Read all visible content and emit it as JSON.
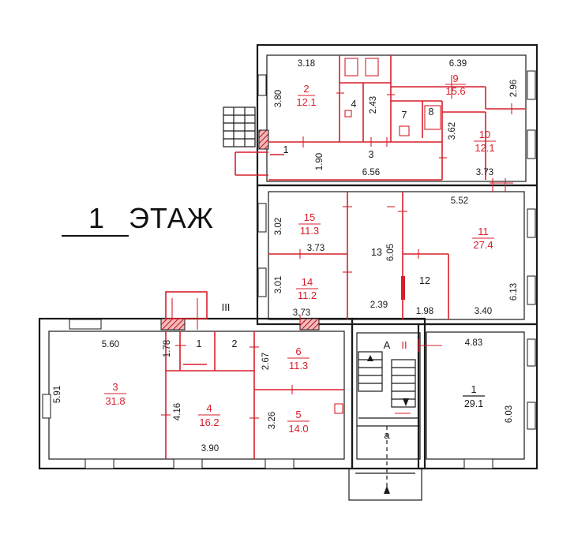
{
  "title": {
    "number": "1",
    "word": "ЭТАЖ"
  },
  "markers": {
    "A": "А",
    "a": "а",
    "II": "II",
    "III": "III"
  },
  "rooms": [
    {
      "id": "n2-upper",
      "num": "2",
      "area": "12.1"
    },
    {
      "id": "n4-upper",
      "num": "4",
      "area": ""
    },
    {
      "id": "n7-upper",
      "num": "7",
      "area": ""
    },
    {
      "id": "n8-upper",
      "num": "8",
      "area": ""
    },
    {
      "id": "n9-upper",
      "num": "9",
      "area": "15.6"
    },
    {
      "id": "n10-upper",
      "num": "10",
      "area": "12.1"
    },
    {
      "id": "n1-upper",
      "num": "1",
      "area": ""
    },
    {
      "id": "n3-upper",
      "num": "3",
      "area": ""
    },
    {
      "id": "n15",
      "num": "15",
      "area": "11.3"
    },
    {
      "id": "n13",
      "num": "13",
      "area": ""
    },
    {
      "id": "n11",
      "num": "11",
      "area": "27.4"
    },
    {
      "id": "n14",
      "num": "14",
      "area": "11.2"
    },
    {
      "id": "n12",
      "num": "12",
      "area": ""
    },
    {
      "id": "n3-lower",
      "num": "3",
      "area": "31.8"
    },
    {
      "id": "n1-lower",
      "num": "1",
      "area": ""
    },
    {
      "id": "n2-lower",
      "num": "2",
      "area": ""
    },
    {
      "id": "n6-lower",
      "num": "6",
      "area": "11.3"
    },
    {
      "id": "n4-lower",
      "num": "4",
      "area": "16.2"
    },
    {
      "id": "n5-lower",
      "num": "5",
      "area": "14.0"
    },
    {
      "id": "n1-right",
      "num": "1",
      "area": "29.1"
    }
  ],
  "dimensions": {
    "d318": "3.18",
    "d380": "3.80",
    "d243": "2.43",
    "d639": "6.39",
    "d296": "2.96",
    "d362": "3.62",
    "d190": "1.90",
    "d656": "6.56",
    "d373a": "3.73",
    "d302": "3.02",
    "d373b": "3.73",
    "d605": "6.05",
    "d552": "5.52",
    "d613": "6.13",
    "d301": "3.01",
    "d373c": "3.73",
    "d239": "2.39",
    "d198": "1.98",
    "d340": "3.40",
    "d560": "5.60",
    "d178": "1.78",
    "d267": "2.67",
    "d591": "5.91",
    "d416": "4.16",
    "d326": "3.26",
    "d390": "3.90",
    "d483": "4.83",
    "d603": "6.03"
  },
  "colors": {
    "walls": "#1a1a1a",
    "partitions": "#d81e2b",
    "background": "#ffffff"
  }
}
